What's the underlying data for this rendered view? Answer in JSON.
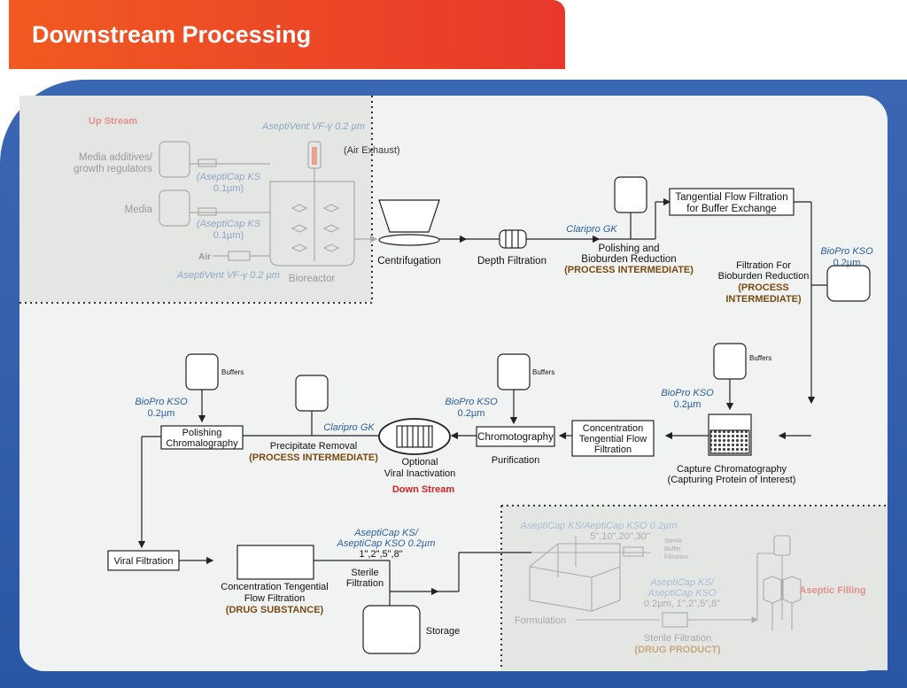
{
  "title": "Downstream Processing",
  "upstream": {
    "heading": "Up Stream",
    "media_additives_1": "Media additives/",
    "media_additives_2": "growth regulators",
    "media": "Media",
    "air": "Air",
    "filter_ks_1_name": "(AseptiCap KS",
    "filter_ks_1_size": "0.1µm)",
    "filter_ks_2_name": "(AseptiCap KS",
    "filter_ks_2_size": "0.1µm)",
    "vent_top": "AseptiVent VF-γ 0.2 µm",
    "air_exhaust": "(Air Exhaust)",
    "vent_bottom": "AseptiVent VF-γ 0.2 µm",
    "bioreactor": "Bioreactor"
  },
  "flow": {
    "centrifugation": "Centrifugation",
    "depth_filtration": "Depth Filtration",
    "claripro_1": "Claripro GK",
    "polishing_1": "Polishing and",
    "polishing_2": "Bioburden Reduction",
    "process_intermediate_1": "(PROCESS INTERMEDIATE)",
    "tff_1": "Tangential Flow Filtration",
    "tff_2": "for Buffer Exchange",
    "biopro_kso_1": "BioPro KSO",
    "biopro_kso_1_size": "0.2µm",
    "bioburden_1": "Filtration For",
    "bioburden_2": "Bioburden Reduction",
    "process_intermediate_2a": "(PROCESS",
    "process_intermediate_2b": "INTERMEDIATE)",
    "buffers_1": "Buffers",
    "biopro_kso_2": "BioPro KSO",
    "biopro_kso_2_size": "0.2µm",
    "capture_1": "Capture Chromatography",
    "capture_2": "(Capturing Protein of Interest)",
    "conc_tff_1": "Concentration",
    "conc_tff_2": "Tengential Flow",
    "conc_tff_3": "Filtration",
    "buffers_2": "Buffers",
    "biopro_kso_3": "BioPro KSO",
    "biopro_kso_3_size": "0.2µm",
    "chromotography": "Chromotography",
    "purification": "Purification",
    "optional_1": "Optional",
    "optional_2": "Viral Inactivation",
    "downstream": "Down Stream",
    "claripro_2": "Claripro GK",
    "precipitate": "Precipitate Removal",
    "process_intermediate_3": "(PROCESS INTERMEDIATE)",
    "buffers_3": "Buffers",
    "biopro_kso_4": "BioPro KSO",
    "biopro_kso_4_size": "0.2µm",
    "polishing_chrom_1": "Polishing",
    "polishing_chrom_2": "Chromalography",
    "viral_filtration": "Viral Filtration",
    "conc_tff_ds_1": "Concentration Tengential",
    "conc_tff_ds_2": "Flow Filtration",
    "drug_substance": "(DRUG SUBSTANCE)",
    "asepticap_ks_1": "AseptiCap KS/",
    "asepticap_ks_2": "AseptiCap KSO 0.2µm",
    "asepticap_ks_3": "1\",2\",5\",8\"",
    "sterile_1": "Sterile",
    "sterile_2": "Filtration",
    "storage": "Storage"
  },
  "filling": {
    "top_1": "AseptiCap KS/AeptiCap KSO  0.2µm",
    "top_2": "5\",10\",20\",30\"",
    "sterile_buffer_1": "Sterile",
    "sterile_buffer_2": "Buffer",
    "sterile_buffer_3": "Filtration",
    "aseptic_filling": "Aseptic Filling",
    "mid_1": "AseptiCap KS/",
    "mid_2": "AseptiCap KSO",
    "mid_3": "0.2µm,   1\",2\",5\",8\"",
    "formulation": "Formulation",
    "sterile_filtration": "Sterile Filtration",
    "drug_product": "(DRUG PRODUCT)"
  },
  "colors": {
    "banner": "#ee4a25",
    "frame": "#2f5ba9",
    "panel": "#f1f3f2",
    "accent_blue": "#2a5d9e",
    "brown": "#7a4a12",
    "red": "#d0242a",
    "faded_red": "#e2908c"
  }
}
